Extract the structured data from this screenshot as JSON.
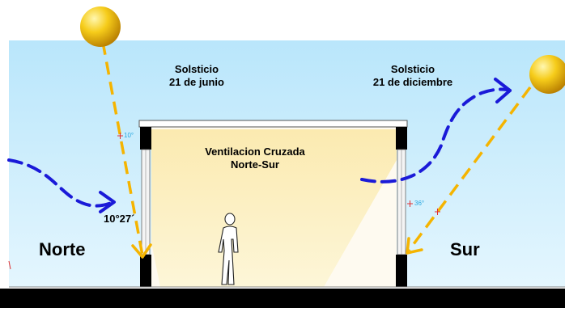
{
  "labels": {
    "solstice_june_line1": "Solsticio",
    "solstice_june_line2": "21 de junio",
    "solstice_dec_line1": "Solsticio",
    "solstice_dec_line2": "21 de diciembre",
    "ventilation_line1": "Ventilacion Cruzada",
    "ventilation_line2": "Norte-Sur",
    "north": "Norte",
    "south": "Sur",
    "angle_north": "10°27´",
    "angle_small_north": "10°",
    "angle_small_south": "36°"
  },
  "colors": {
    "sky": "#cfeefd",
    "ground": "#000000",
    "sun_ray": "#f5b400",
    "wind": "#1a1ad8",
    "sun": "#f2c200",
    "light_fill": "#fdf3c8"
  },
  "icons": {
    "sun": "sun-icon",
    "person": "person-icon",
    "wind_arrow": "wind-arrow-icon",
    "ray_arrow": "sun-ray-arrow-icon"
  }
}
